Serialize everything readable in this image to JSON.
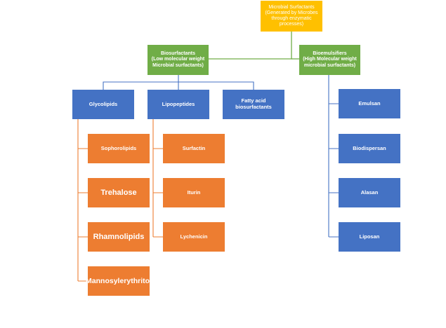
{
  "root": {
    "label": "Microbial Surfactants\n(Generated by Microbes\nthrough enzymatic\nprocesses)"
  },
  "level1": [
    {
      "label": "Biosurfactants\n(Low molecular weight\nMicrobial surfactants)"
    },
    {
      "label": "Bioemulsifiers\n(High Molecular weight\nmicrobial surfactants)"
    }
  ],
  "biosurfactants": [
    {
      "label": "Glycolipids"
    },
    {
      "label": "Lipopeptides"
    },
    {
      "label": "Fatty acid biosurfactants"
    }
  ],
  "glycolipids": [
    {
      "label": "Sophorolipids"
    },
    {
      "label": "Trehalose"
    },
    {
      "label": "Rhamnolipids"
    },
    {
      "label": "Mannosylerythritol"
    }
  ],
  "lipopeptides": [
    {
      "label": "Surfactin"
    },
    {
      "label": "Iturin"
    },
    {
      "label": "Lychenicin"
    }
  ],
  "bioemulsifiers": [
    {
      "label": "Emulsan"
    },
    {
      "label": "Biodispersan"
    },
    {
      "label": "Alasan"
    },
    {
      "label": "Liposan"
    }
  ],
  "colors": {
    "root": "#ffc000",
    "level1": "#70ad47",
    "category": "#4472c4",
    "leaf": "#ed7d31",
    "connector_top": "#70ad47",
    "connector_mid": "#4472c4",
    "connector_leaf": "#ed7d31"
  }
}
